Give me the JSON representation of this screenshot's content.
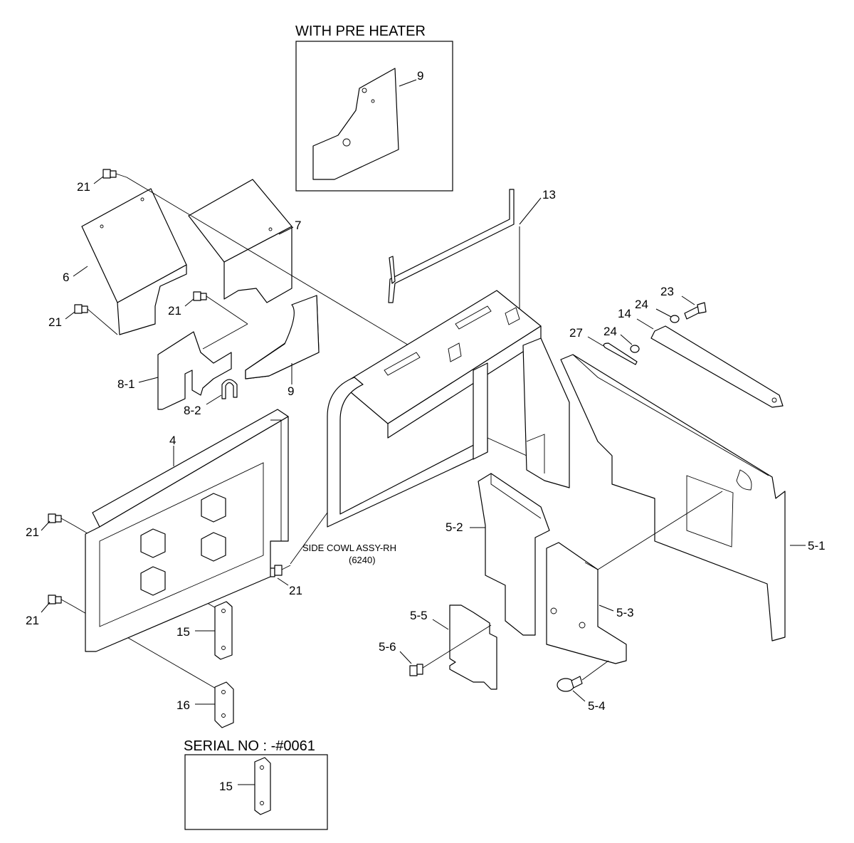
{
  "insets": {
    "pre_heater_title": "WITH PRE HEATER",
    "serial_title": "SERIAL NO : -#0061"
  },
  "assembly_note": {
    "line1": "SIDE COWL ASSY-RH",
    "line2": "(6240)"
  },
  "callouts": {
    "c9_inset": "9",
    "c13": "13",
    "c21_a": "21",
    "c21_b": "21",
    "c21_c": "21",
    "c21_d": "21",
    "c21_e": "21",
    "c21_f": "21",
    "c7": "7",
    "c6": "6",
    "c8_1": "8-1",
    "c8_2": "8-2",
    "c9": "9",
    "c23": "23",
    "c24_a": "24",
    "c24_b": "24",
    "c14": "14",
    "c27": "27",
    "c4": "4",
    "c5_1": "5-1",
    "c5_2": "5-2",
    "c5_3": "5-3",
    "c5_4": "5-4",
    "c5_5": "5-5",
    "c5_6": "5-6",
    "c15": "15",
    "c16": "16",
    "c15_inset": "15"
  }
}
